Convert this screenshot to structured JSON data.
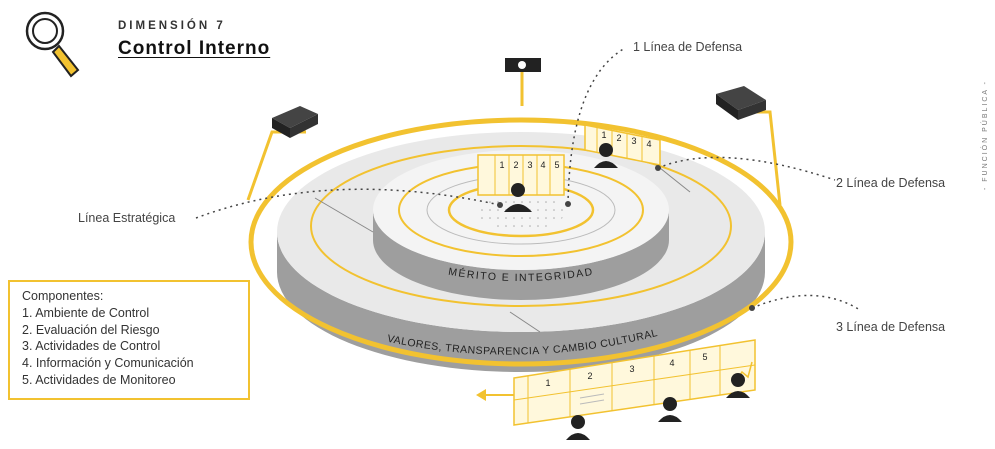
{
  "header": {
    "kicker": "DIMENSIÓN 7",
    "title": "Control Interno"
  },
  "labels": {
    "linea_estrategica": "Línea Estratégica",
    "linea_1": "1 Línea de Defensa",
    "linea_2": "2 Línea de Defensa",
    "linea_3": "3 Línea de Defensa"
  },
  "rings": {
    "inner": "MÉRITO E INTEGRIDAD",
    "outer": "VALORES, TRANSPARENCIA Y CAMBIO CULTURAL"
  },
  "components": {
    "heading": "Componentes:",
    "items": [
      "1. Ambiente de Control",
      "2. Evaluación del Riesgo",
      "3. Actividades de Control",
      "4. Información y Comunicación",
      "5. Actividades de Monitoreo"
    ]
  },
  "panel_numbers": [
    "1",
    "2",
    "3",
    "4",
    "5"
  ],
  "side_text": "- FUNCIÓN PÚBLICA -",
  "colors": {
    "accent": "#f2c230",
    "ring_gray": "#9e9e9e",
    "ink": "#222222"
  },
  "icons": [
    "magnifier-icon",
    "camera-icon",
    "briefcase-icon",
    "person-icon",
    "arrow-left-icon"
  ]
}
